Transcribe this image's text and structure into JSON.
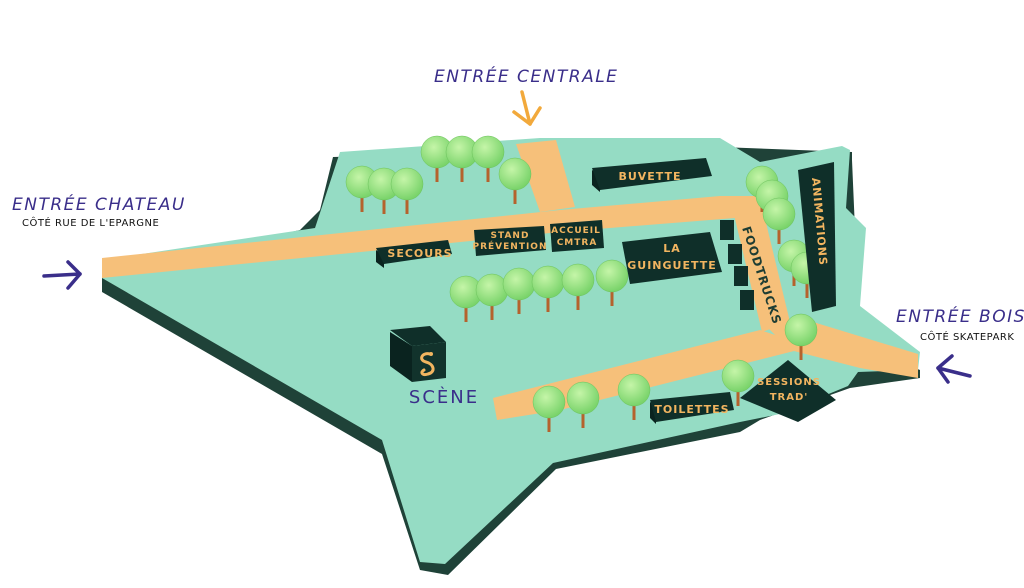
{
  "entrances": {
    "chateau": {
      "title": "ENTRÉE CHATEAU",
      "subtitle": "CÔTÉ RUE DE L'EPARGNE"
    },
    "centrale": {
      "title": "ENTRÉE CENTRALE"
    },
    "bois": {
      "title": "ENTRÉE BOIS",
      "subtitle": "CÔTÉ SKATEPARK"
    }
  },
  "places": {
    "secours": "SECOURS",
    "stand_prevention": [
      "STAND",
      "PRÉVENTION"
    ],
    "accueil": [
      "ACCUEIL",
      "CMTRA"
    ],
    "buvette": "BUVETTE",
    "guinguette": [
      "LA",
      "GUINGUETTE"
    ],
    "foodtrucks": "FOODTRUCKS",
    "animations": "ANIMATIONS",
    "scene": "SCÈNE",
    "toilettes": "TOILETTES",
    "sessions_trad": [
      "SESSIONS",
      "TRAD'"
    ]
  },
  "icons": {
    "arrows": "arrow-icon",
    "scene_logo": "snake-icon",
    "trees": "tree-icon"
  },
  "colors": {
    "ground": "#95dcc4",
    "ground_side": "#1f4238",
    "path": "#f6c07a",
    "building": "#0f2f29",
    "label": "#f2b560",
    "entrance_text": "#3a2e8a",
    "arrow_purple": "#3a2e8a",
    "arrow_orange": "#f2a93b",
    "tree": "#8fe07a",
    "trunk": "#b5622d"
  }
}
